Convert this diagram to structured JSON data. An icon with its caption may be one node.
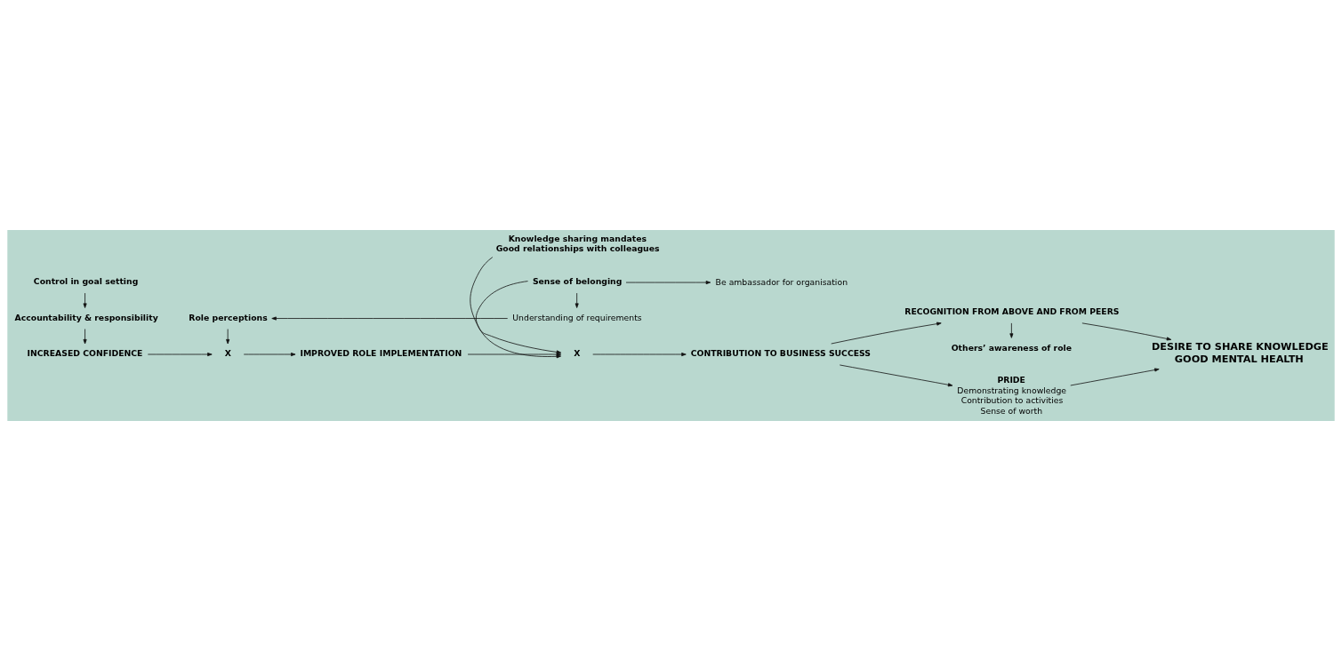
{
  "diagram": {
    "nodes": [
      {
        "text": [
          "Control in goal setting"
        ]
      },
      {
        "text": [
          "Accountability & responsibility"
        ]
      },
      {
        "text": [
          "Others’ awareness of role"
        ]
      },
      {
        "text": [
          "RECOGNITION FROM ABOVE AND FROM PEERS"
        ]
      },
      {
        "text": [
          "Knowledge sharing mandates",
          "Good relationships with colleagues"
        ]
      },
      {
        "text": [
          "INCREASED CONFIDENCE"
        ]
      },
      {
        "text": [
          "X"
        ]
      },
      {
        "text": [
          "IMPROVED ROLE IMPLEMENTATION"
        ]
      },
      {
        "text": [
          "X"
        ]
      },
      {
        "text": [
          "CONTRIBUTION TO BUSINESS SUCCESS"
        ]
      },
      {
        "text": [
          "DESIRE TO SHARE KNOWLEDGE",
          "GOOD MENTAL HEALTH"
        ]
      },
      {
        "text": [
          "Role perceptions"
        ]
      },
      {
        "text": [
          "Sense of belonging"
        ]
      },
      {
        "text": [
          "PRIDE"
        ],
        "beside": [
          "Demonstrating knowledge",
          "Contribution to activities",
          "Sense of worth"
        ]
      },
      {
        "text": [
          "Understanding of requirements"
        ]
      },
      {
        "text": [
          "Be ambassador for organisation"
        ]
      }
    ],
    "edges": [
      {
        "from": 0,
        "to": 1,
        "arrow": "to"
      },
      {
        "from": 1,
        "to": 5,
        "arrow": "to"
      },
      {
        "from": 5,
        "to": 6,
        "arrow": "to"
      },
      {
        "from": 6,
        "to": 7,
        "arrow": "to"
      },
      {
        "from": 11,
        "to": 6,
        "arrow": "to"
      },
      {
        "from": 7,
        "to": 8,
        "arrow": "to"
      },
      {
        "from": 4,
        "to": 8,
        "arrow": "to"
      },
      {
        "from": 12,
        "to": 8,
        "arrow": "to"
      },
      {
        "from": 8,
        "to": 9,
        "arrow": "to"
      },
      {
        "from": 9,
        "to": 3,
        "arrow": "to"
      },
      {
        "from": 9,
        "to": 13,
        "arrow": "to"
      },
      {
        "from": 3,
        "to": 10,
        "arrow": "to"
      },
      {
        "from": 13,
        "to": 10,
        "arrow": "to"
      },
      {
        "from": 3,
        "to": 2,
        "arrow": "to"
      },
      {
        "from": 12,
        "to": 14,
        "arrow": "to"
      },
      {
        "from": 14,
        "to": 11,
        "arrow": "to"
      },
      {
        "from": 12,
        "to": 15,
        "arrow": "to"
      }
    ]
  }
}
